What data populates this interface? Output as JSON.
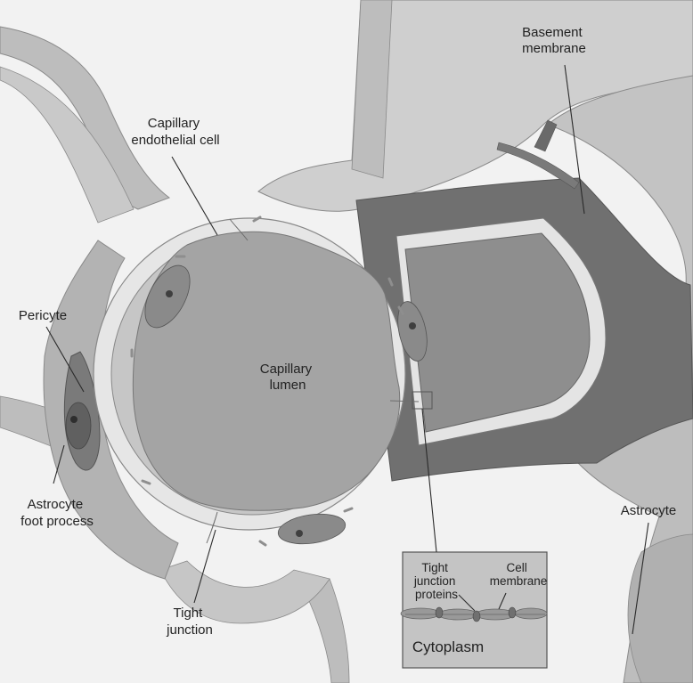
{
  "labels": {
    "basement_membrane": [
      "Basement",
      "membrane"
    ],
    "capillary_endothelial_cell": [
      "Capillary",
      "endothelial cell"
    ],
    "pericyte": [
      "Pericyte"
    ],
    "capillary_lumen": [
      "Capillary",
      "lumen"
    ],
    "astrocyte_foot_process": [
      "Astrocyte",
      "foot process"
    ],
    "tight_junction": [
      "Tight",
      "junction"
    ],
    "astrocyte": [
      "Astrocyte"
    ]
  },
  "inset": {
    "tight_junction_proteins": [
      "Tight",
      "junction",
      "proteins"
    ],
    "cell_membrane": [
      "Cell",
      "membrane"
    ],
    "cytoplasm": "Cytoplasm"
  },
  "colors": {
    "background": "#f2f2f2",
    "astrocyte_light": "#bdbdbd",
    "astrocyte_lighter": "#cfcfcf",
    "basement_membrane": "#6f6f6f",
    "vessel_wall_inner": "#8e8e8e",
    "lumen": "#a4a4a4",
    "endothelium": "#c6c6c6",
    "outer_ring": "#e4e4e4",
    "nucleus_body": "#8a8a8a",
    "nucleus_dot": "#3f3f3f"
  }
}
